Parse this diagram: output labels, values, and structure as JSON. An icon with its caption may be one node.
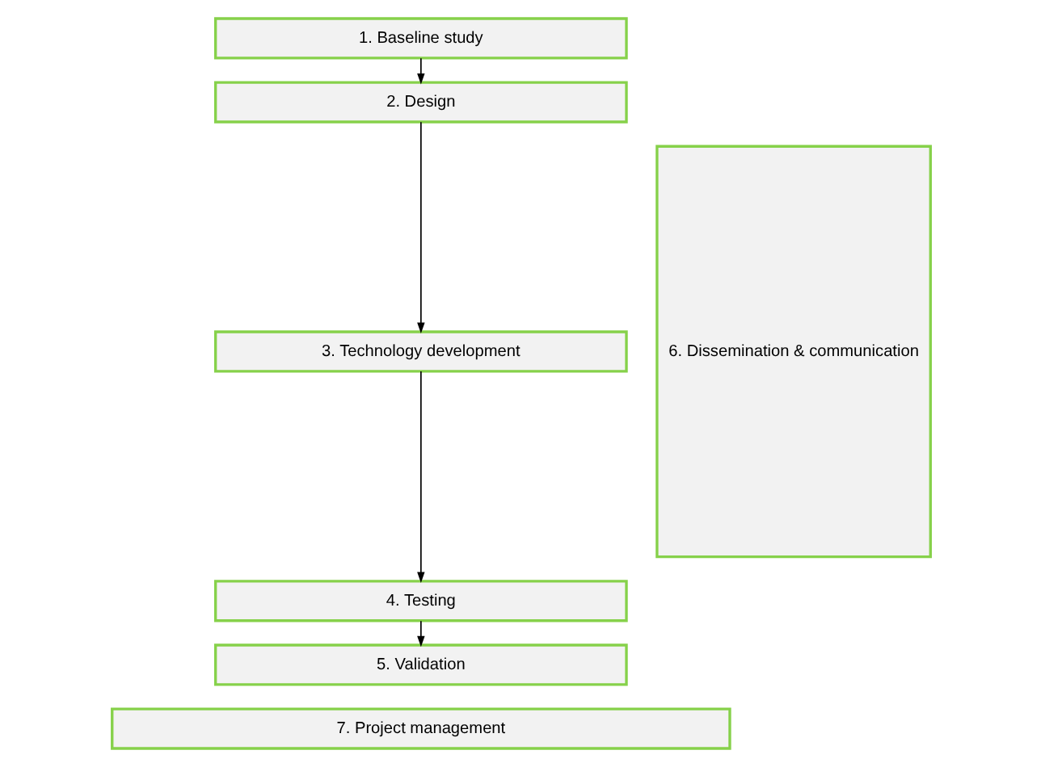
{
  "diagram": {
    "nodes": [
      {
        "text": [
          "1. Baseline study"
        ]
      },
      {
        "text": [
          "2. Design"
        ]
      },
      {
        "text": [
          "3. Technology development"
        ]
      },
      {
        "text": [
          "4. Testing"
        ]
      },
      {
        "text": [
          "5. Validation"
        ]
      },
      {
        "text": [
          "6. Dissemination & communication"
        ]
      },
      {
        "text": [
          "7. Project management"
        ]
      }
    ],
    "edges": [
      {
        "from": 0,
        "to": 1,
        "arrow": "to"
      },
      {
        "from": 1,
        "to": 2,
        "arrow": "to"
      },
      {
        "from": 2,
        "to": 3,
        "arrow": "to"
      },
      {
        "from": 3,
        "to": 4,
        "arrow": "to"
      }
    ]
  }
}
